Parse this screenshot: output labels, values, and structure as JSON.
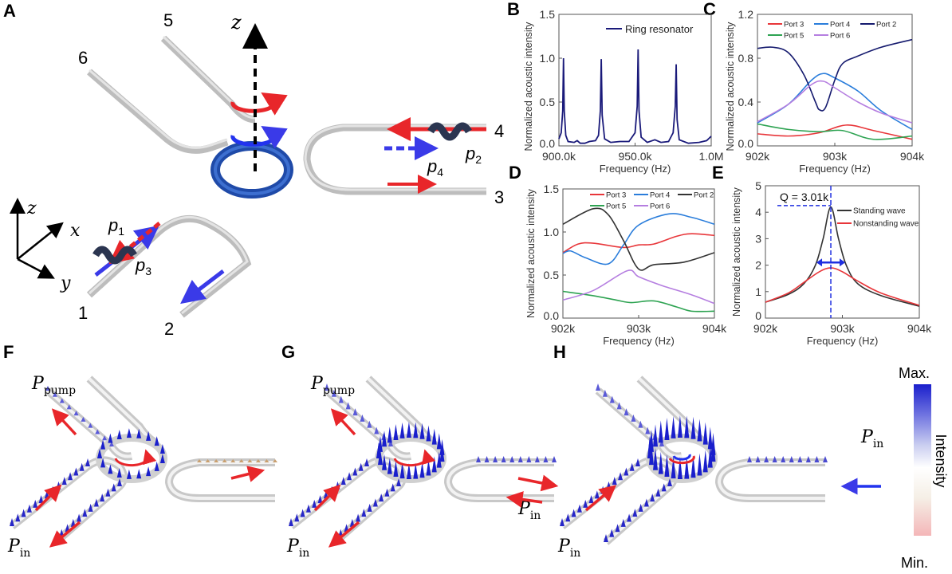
{
  "panel_labels": [
    "A",
    "B",
    "C",
    "D",
    "E",
    "F",
    "G",
    "H"
  ],
  "panel_a": {
    "axis_z": "z",
    "coord_axes": {
      "z": "z",
      "x": "x",
      "y": "y"
    },
    "ports": [
      "1",
      "2",
      "3",
      "4",
      "5",
      "6"
    ],
    "waves": [
      "p1",
      "p2",
      "p3",
      "p4"
    ],
    "wave_labels": {
      "p1": {
        "base": "p",
        "sub": "1"
      },
      "p2": {
        "base": "p",
        "sub": "2"
      },
      "p3": {
        "base": "p",
        "sub": "3"
      },
      "p4": {
        "base": "p",
        "sub": "4"
      }
    }
  },
  "panel_fgh": {
    "pump_label": {
      "base": "P",
      "sub": "pump"
    },
    "in_label": {
      "base": "P",
      "sub": "in"
    },
    "colorbar": {
      "max": "Max.",
      "min": "Min.",
      "title": "Intensity",
      "colors": [
        "#f4b6b8",
        "#f5efe6",
        "#ffffff",
        "#c9cdf0",
        "#6f73e0",
        "#1a1fcc"
      ]
    }
  },
  "chart_data": [
    {
      "id": "B",
      "type": "line",
      "xlabel": "Frequency (Hz)",
      "ylabel": "Normalized acoustic intensity",
      "xlim": [
        900000,
        1000000
      ],
      "ylim": [
        0,
        1.5
      ],
      "xticks": [
        {
          "v": 900000,
          "label": "900.0k"
        },
        {
          "v": 950000,
          "label": "950.0k"
        },
        {
          "v": 1000000,
          "label": "1.0M"
        }
      ],
      "yticks": [
        {
          "v": 0,
          "label": "0.0"
        },
        {
          "v": 0.5,
          "label": "0.5"
        },
        {
          "v": 1.0,
          "label": "1.0"
        },
        {
          "v": 1.5,
          "label": "1.5"
        }
      ],
      "legend": "top-right",
      "grid": false,
      "series": [
        {
          "name": "Ring resonator",
          "color": "#1a1a7a",
          "points": [
            [
              900000,
              0.08
            ],
            [
              901500,
              0.15
            ],
            [
              902500,
              0.4
            ],
            [
              903000,
              1.0
            ],
            [
              903500,
              0.4
            ],
            [
              904500,
              0.12
            ],
            [
              906000,
              0.05
            ],
            [
              910000,
              0.04
            ],
            [
              912000,
              0.06
            ],
            [
              914000,
              0.03
            ],
            [
              917000,
              0.03
            ],
            [
              920000,
              0.05
            ],
            [
              924000,
              0.06
            ],
            [
              926000,
              0.12
            ],
            [
              927200,
              0.4
            ],
            [
              927800,
              0.99
            ],
            [
              928400,
              0.35
            ],
            [
              930000,
              0.08
            ],
            [
              934000,
              0.04
            ],
            [
              940000,
              0.05
            ],
            [
              946000,
              0.05
            ],
            [
              950000,
              0.15
            ],
            [
              951400,
              0.45
            ],
            [
              952000,
              1.1
            ],
            [
              952600,
              0.4
            ],
            [
              954000,
              0.1
            ],
            [
              958000,
              0.04
            ],
            [
              963000,
              0.07
            ],
            [
              967000,
              0.04
            ],
            [
              972000,
              0.05
            ],
            [
              975000,
              0.15
            ],
            [
              976400,
              0.45
            ],
            [
              977000,
              0.93
            ],
            [
              977600,
              0.3
            ],
            [
              979000,
              0.07
            ],
            [
              985000,
              0.03
            ],
            [
              992000,
              0.04
            ],
            [
              997000,
              0.06
            ],
            [
              1000000,
              0.11
            ]
          ]
        }
      ]
    },
    {
      "id": "C",
      "type": "line",
      "xlabel": "Frequency (Hz)",
      "ylabel": "Normalized acoustic intensity",
      "xlim": [
        902000,
        904000
      ],
      "ylim": [
        0,
        1.2
      ],
      "xticks": [
        {
          "v": 902000,
          "label": "902k"
        },
        {
          "v": 903000,
          "label": "903k"
        },
        {
          "v": 904000,
          "label": "904k"
        }
      ],
      "yticks": [
        {
          "v": 0,
          "label": "0.0"
        },
        {
          "v": 0.4,
          "label": "0.4"
        },
        {
          "v": 0.8,
          "label": "0.8"
        },
        {
          "v": 1.2,
          "label": "1.2"
        }
      ],
      "legend": "top",
      "grid": false,
      "series": [
        {
          "name": "Port 3",
          "color": "#e8363a",
          "points": [
            [
              902000,
              0.11
            ],
            [
              902400,
              0.09
            ],
            [
              902800,
              0.12
            ],
            [
              903150,
              0.19
            ],
            [
              903500,
              0.14
            ],
            [
              904000,
              0.06
            ]
          ]
        },
        {
          "name": "Port 4",
          "color": "#2a7ddb",
          "points": [
            [
              902000,
              0.21
            ],
            [
              902400,
              0.38
            ],
            [
              902700,
              0.6
            ],
            [
              902850,
              0.66
            ],
            [
              903000,
              0.62
            ],
            [
              903300,
              0.5
            ],
            [
              903600,
              0.32
            ],
            [
              904000,
              0.15
            ]
          ]
        },
        {
          "name": "Port 2",
          "color": "#151a6e",
          "points": [
            [
              902000,
              0.89
            ],
            [
              902200,
              0.9
            ],
            [
              902400,
              0.85
            ],
            [
              902600,
              0.65
            ],
            [
              902750,
              0.4
            ],
            [
              902800,
              0.33
            ],
            [
              902880,
              0.35
            ],
            [
              903000,
              0.6
            ],
            [
              903100,
              0.75
            ],
            [
              903300,
              0.82
            ],
            [
              903600,
              0.9
            ],
            [
              904000,
              0.97
            ]
          ]
        },
        {
          "name": "Port 5",
          "color": "#2ea352",
          "points": [
            [
              902000,
              0.2
            ],
            [
              902400,
              0.15
            ],
            [
              902800,
              0.13
            ],
            [
              903100,
              0.14
            ],
            [
              903500,
              0.06
            ],
            [
              904000,
              0.09
            ]
          ]
        },
        {
          "name": "Port 6",
          "color": "#b57ee0",
          "points": [
            [
              902000,
              0.22
            ],
            [
              902400,
              0.38
            ],
            [
              902700,
              0.56
            ],
            [
              902850,
              0.59
            ],
            [
              903000,
              0.53
            ],
            [
              903300,
              0.4
            ],
            [
              903600,
              0.3
            ],
            [
              904000,
              0.21
            ]
          ]
        }
      ]
    },
    {
      "id": "D",
      "type": "line",
      "xlabel": "Frequency (Hz)",
      "ylabel": "Normalized acoustic intensity",
      "xlim": [
        902000,
        904000
      ],
      "ylim": [
        0,
        1.5
      ],
      "xticks": [
        {
          "v": 902000,
          "label": "902k"
        },
        {
          "v": 903000,
          "label": "903k"
        },
        {
          "v": 904000,
          "label": "904k"
        }
      ],
      "yticks": [
        {
          "v": 0,
          "label": "0.0"
        },
        {
          "v": 0.5,
          "label": "0.5"
        },
        {
          "v": 1.0,
          "label": "1.0"
        },
        {
          "v": 1.5,
          "label": "1.5"
        }
      ],
      "legend": "top",
      "grid": false,
      "series": [
        {
          "name": "Port 3",
          "color": "#e8363a",
          "points": [
            [
              902000,
              0.76
            ],
            [
              902200,
              0.86
            ],
            [
              902400,
              0.87
            ],
            [
              902800,
              0.82
            ],
            [
              903000,
              0.85
            ],
            [
              903200,
              0.86
            ],
            [
              903500,
              0.95
            ],
            [
              903700,
              0.98
            ],
            [
              904000,
              0.96
            ]
          ]
        },
        {
          "name": "Port 4",
          "color": "#2a7ddb",
          "points": [
            [
              902000,
              0.75
            ],
            [
              902100,
              0.78
            ],
            [
              902300,
              0.7
            ],
            [
              902600,
              0.63
            ],
            [
              902800,
              0.85
            ],
            [
              903000,
              1.08
            ],
            [
              903400,
              1.21
            ],
            [
              903700,
              1.17
            ],
            [
              904000,
              1.09
            ]
          ]
        },
        {
          "name": "Port 2",
          "color": "#333333",
          "points": [
            [
              902000,
              1.09
            ],
            [
              902400,
              1.27
            ],
            [
              902600,
              1.2
            ],
            [
              902800,
              0.9
            ],
            [
              903000,
              0.57
            ],
            [
              903200,
              0.62
            ],
            [
              903600,
              0.65
            ],
            [
              904000,
              0.76
            ]
          ]
        },
        {
          "name": "Port 5",
          "color": "#2ea352",
          "points": [
            [
              902000,
              0.31
            ],
            [
              902400,
              0.26
            ],
            [
              902700,
              0.21
            ],
            [
              902900,
              0.18
            ],
            [
              903200,
              0.2
            ],
            [
              903500,
              0.13
            ],
            [
              903700,
              0.08
            ],
            [
              904000,
              0.08
            ]
          ]
        },
        {
          "name": "Port 6",
          "color": "#b57ee0",
          "points": [
            [
              902000,
              0.21
            ],
            [
              902400,
              0.32
            ],
            [
              902850,
              0.55
            ],
            [
              903000,
              0.48
            ],
            [
              903300,
              0.38
            ],
            [
              903700,
              0.27
            ],
            [
              904000,
              0.17
            ]
          ]
        }
      ]
    },
    {
      "id": "E",
      "type": "line",
      "xlabel": "Frequency (Hz)",
      "ylabel": "Normalized acoustic intensity",
      "xlim": [
        902000,
        904000
      ],
      "ylim": [
        0,
        5
      ],
      "xticks": [
        {
          "v": 902000,
          "label": "902k"
        },
        {
          "v": 903000,
          "label": "903k"
        },
        {
          "v": 904000,
          "label": "904k"
        }
      ],
      "yticks": [
        {
          "v": 0,
          "label": "0"
        },
        {
          "v": 1,
          "label": "1"
        },
        {
          "v": 2,
          "label": "2"
        },
        {
          "v": 3,
          "label": "3"
        },
        {
          "v": 4,
          "label": "4"
        },
        {
          "v": 5,
          "label": "5"
        }
      ],
      "legend": "top-right",
      "grid": false,
      "annotation": {
        "text": "Q = 3.01k",
        "peak_x": 902850,
        "peak_y": 4.25,
        "accent": "#1f2fe0"
      },
      "series": [
        {
          "name": "Standing wave",
          "color": "#333333",
          "points": [
            [
              902000,
              0.6
            ],
            [
              902300,
              0.9
            ],
            [
              902500,
              1.3
            ],
            [
              902650,
              2.0
            ],
            [
              902750,
              3.0
            ],
            [
              902850,
              4.2
            ],
            [
              902950,
              3.0
            ],
            [
              903050,
              2.0
            ],
            [
              903200,
              1.3
            ],
            [
              903500,
              0.85
            ],
            [
              904000,
              0.45
            ]
          ]
        },
        {
          "name": "Nonstanding wave",
          "color": "#e8363a",
          "points": [
            [
              902000,
              0.6
            ],
            [
              902300,
              0.95
            ],
            [
              902500,
              1.35
            ],
            [
              902700,
              1.75
            ],
            [
              902850,
              1.9
            ],
            [
              903000,
              1.75
            ],
            [
              903200,
              1.4
            ],
            [
              903500,
              0.95
            ],
            [
              904000,
              0.48
            ]
          ]
        }
      ]
    }
  ]
}
